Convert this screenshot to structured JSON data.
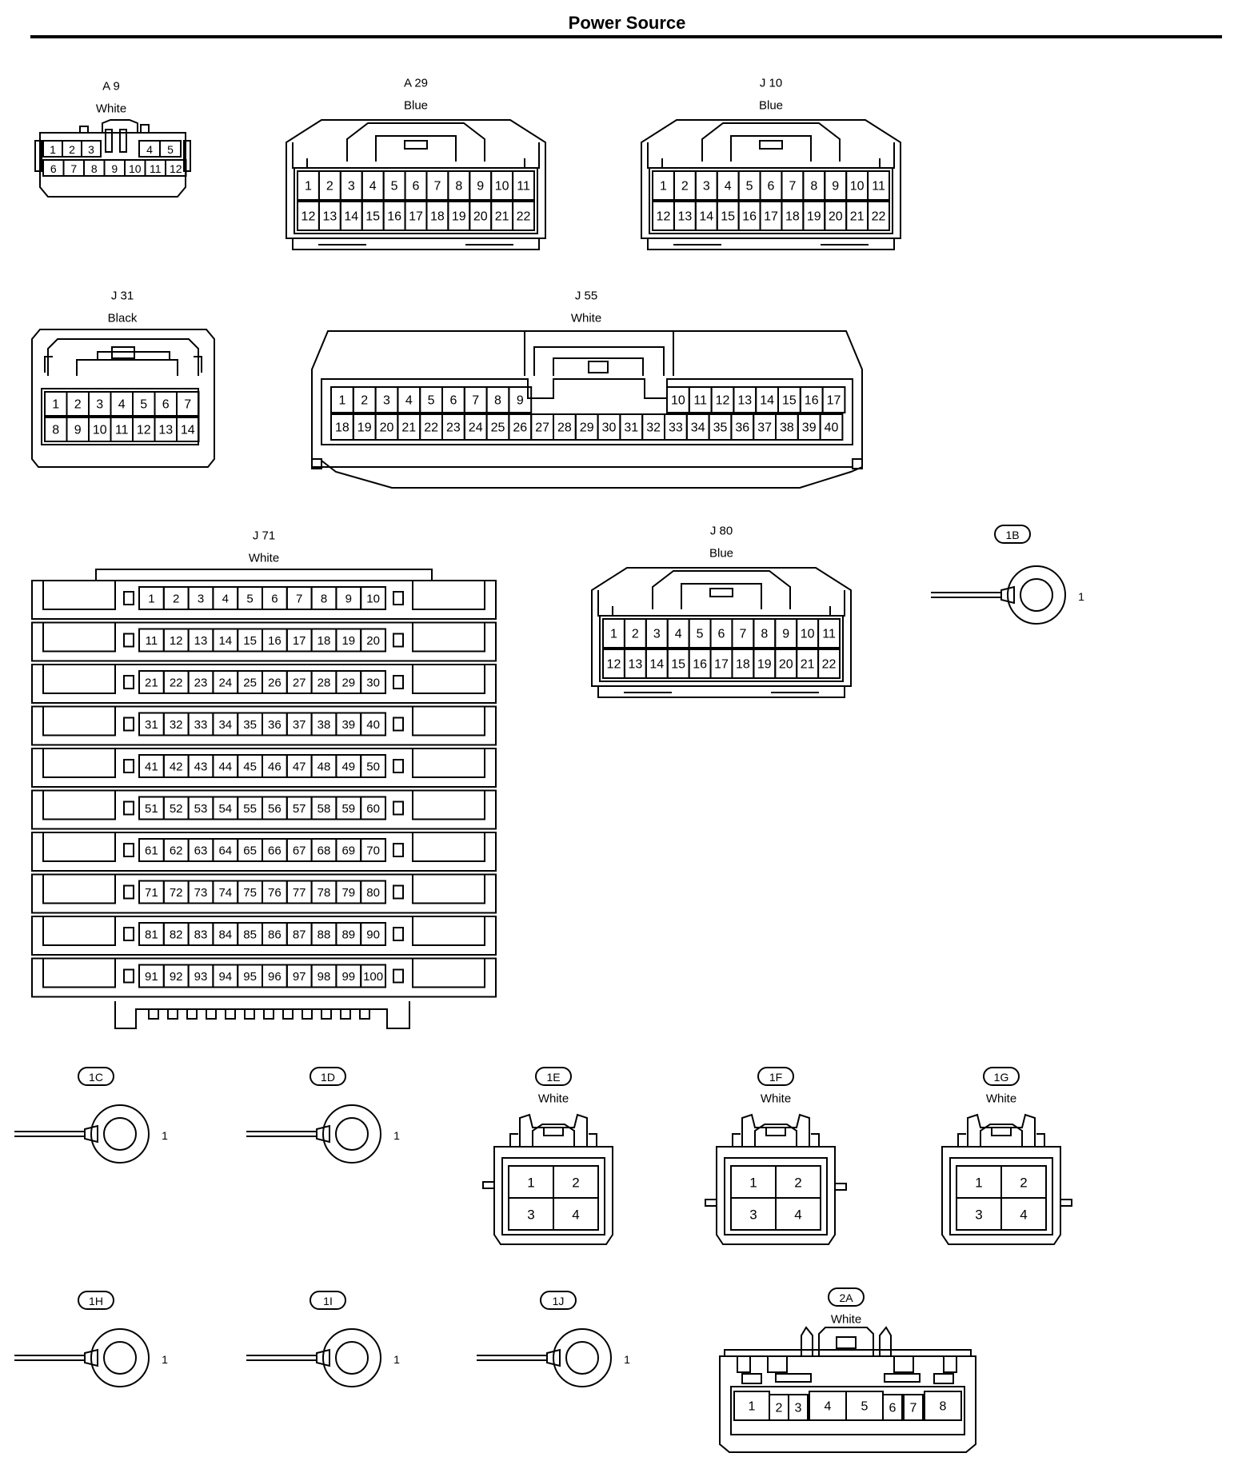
{
  "title": "Power Source",
  "connectors": [
    {
      "id": "A 9",
      "color": "White",
      "pins": 12
    },
    {
      "id": "A 29",
      "color": "Blue",
      "pins": 22
    },
    {
      "id": "J 10",
      "color": "Blue",
      "pins": 22
    },
    {
      "id": "J 31",
      "color": "Black",
      "pins": 14
    },
    {
      "id": "J 55",
      "color": "White",
      "pins": 40
    },
    {
      "id": "J 71",
      "color": "White",
      "pins": 100
    },
    {
      "id": "J 80",
      "color": "Blue",
      "pins": 22
    },
    {
      "id": "1B",
      "color": "",
      "pins": 1
    },
    {
      "id": "1C",
      "color": "",
      "pins": 1
    },
    {
      "id": "1D",
      "color": "",
      "pins": 1
    },
    {
      "id": "1E",
      "color": "White",
      "pins": 4
    },
    {
      "id": "1F",
      "color": "White",
      "pins": 4
    },
    {
      "id": "1G",
      "color": "White",
      "pins": 4
    },
    {
      "id": "1H",
      "color": "",
      "pins": 1
    },
    {
      "id": "1I",
      "color": "",
      "pins": 1
    },
    {
      "id": "1J",
      "color": "",
      "pins": 1
    },
    {
      "id": "2A",
      "color": "White",
      "pins": 8
    }
  ]
}
